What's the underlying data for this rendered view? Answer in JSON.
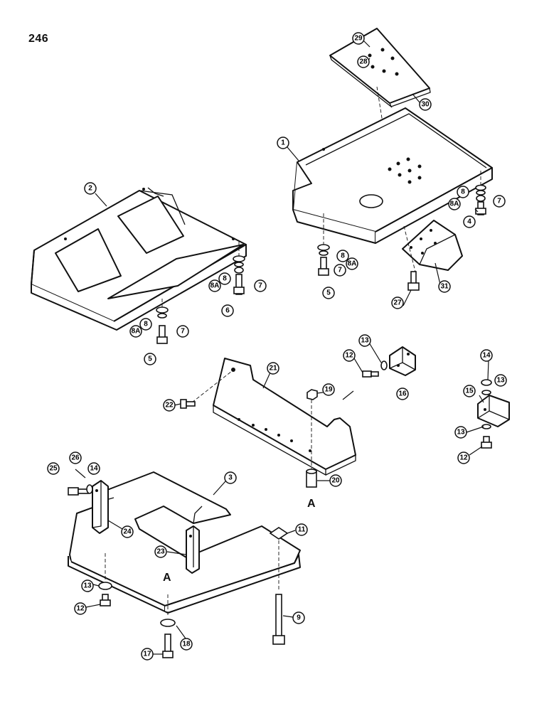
{
  "page": {
    "number": "246"
  },
  "section_markers": [
    "A",
    "A"
  ],
  "callouts": [
    "29",
    "28",
    "30",
    "1",
    "2",
    "8",
    "8A",
    "7",
    "4",
    "8",
    "8A",
    "7",
    "5",
    "8",
    "8A",
    "7",
    "6",
    "8",
    "8A",
    "7",
    "5",
    "27",
    "31",
    "13",
    "12",
    "16",
    "21",
    "19",
    "22",
    "14",
    "13",
    "15",
    "13",
    "12",
    "26",
    "25",
    "14",
    "3",
    "20",
    "24",
    "11",
    "23",
    "13",
    "12",
    "18",
    "17",
    "9"
  ]
}
